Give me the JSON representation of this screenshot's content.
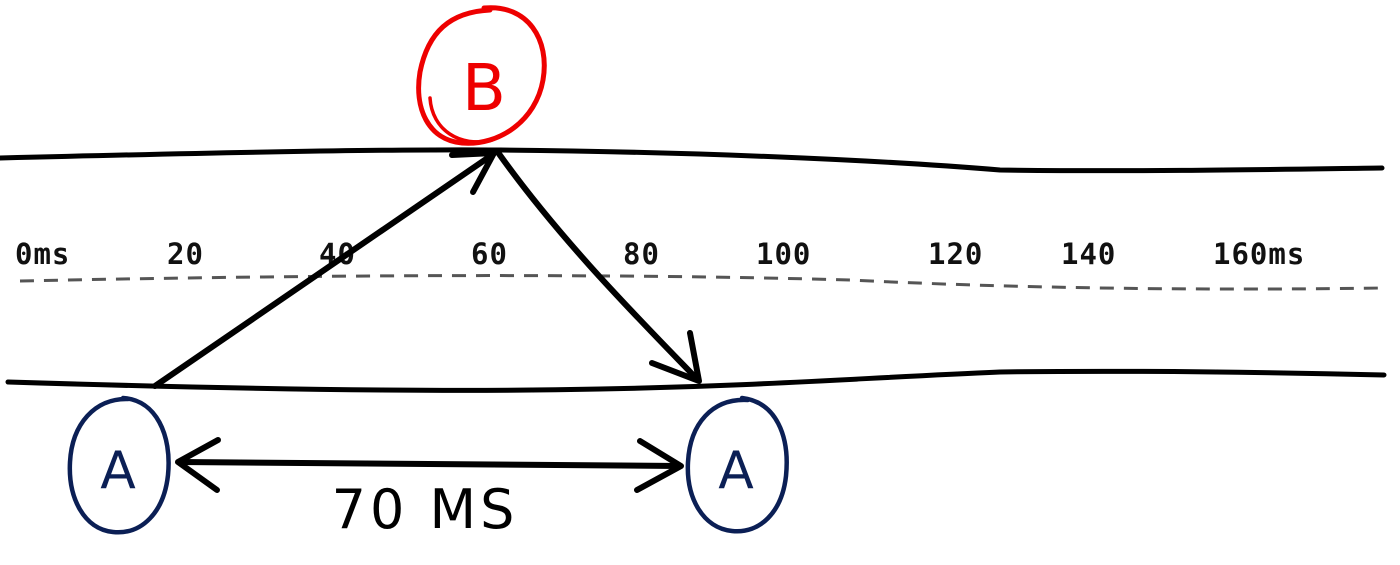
{
  "colors": {
    "ink": "#000000",
    "axis": "#555555",
    "node_b": "#ee0000",
    "node_a": "#0b1f55"
  },
  "timeline": {
    "ticks": [
      "0ms",
      "20",
      "40",
      "60",
      "80",
      "100",
      "120",
      "140",
      "160ms"
    ]
  },
  "nodes": {
    "b_label": "B",
    "a_left_label": "A",
    "a_right_label": "A"
  },
  "annotation": {
    "rtt_label": "70 MS"
  }
}
